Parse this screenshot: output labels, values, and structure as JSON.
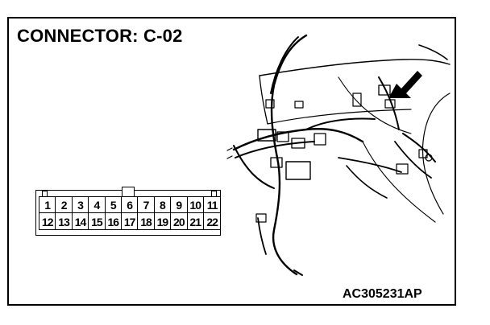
{
  "title": "CONNECTOR: C-02",
  "figure_code": "AC305231AP",
  "connector": {
    "top_row": [
      "1",
      "2",
      "3",
      "4",
      "5",
      "6",
      "7",
      "8",
      "9",
      "10",
      "11"
    ],
    "bottom_row": [
      "12",
      "13",
      "14",
      "15",
      "16",
      "17",
      "18",
      "19",
      "20",
      "21",
      "22"
    ]
  },
  "colors": {
    "line": "#000000",
    "background": "#ffffff"
  }
}
